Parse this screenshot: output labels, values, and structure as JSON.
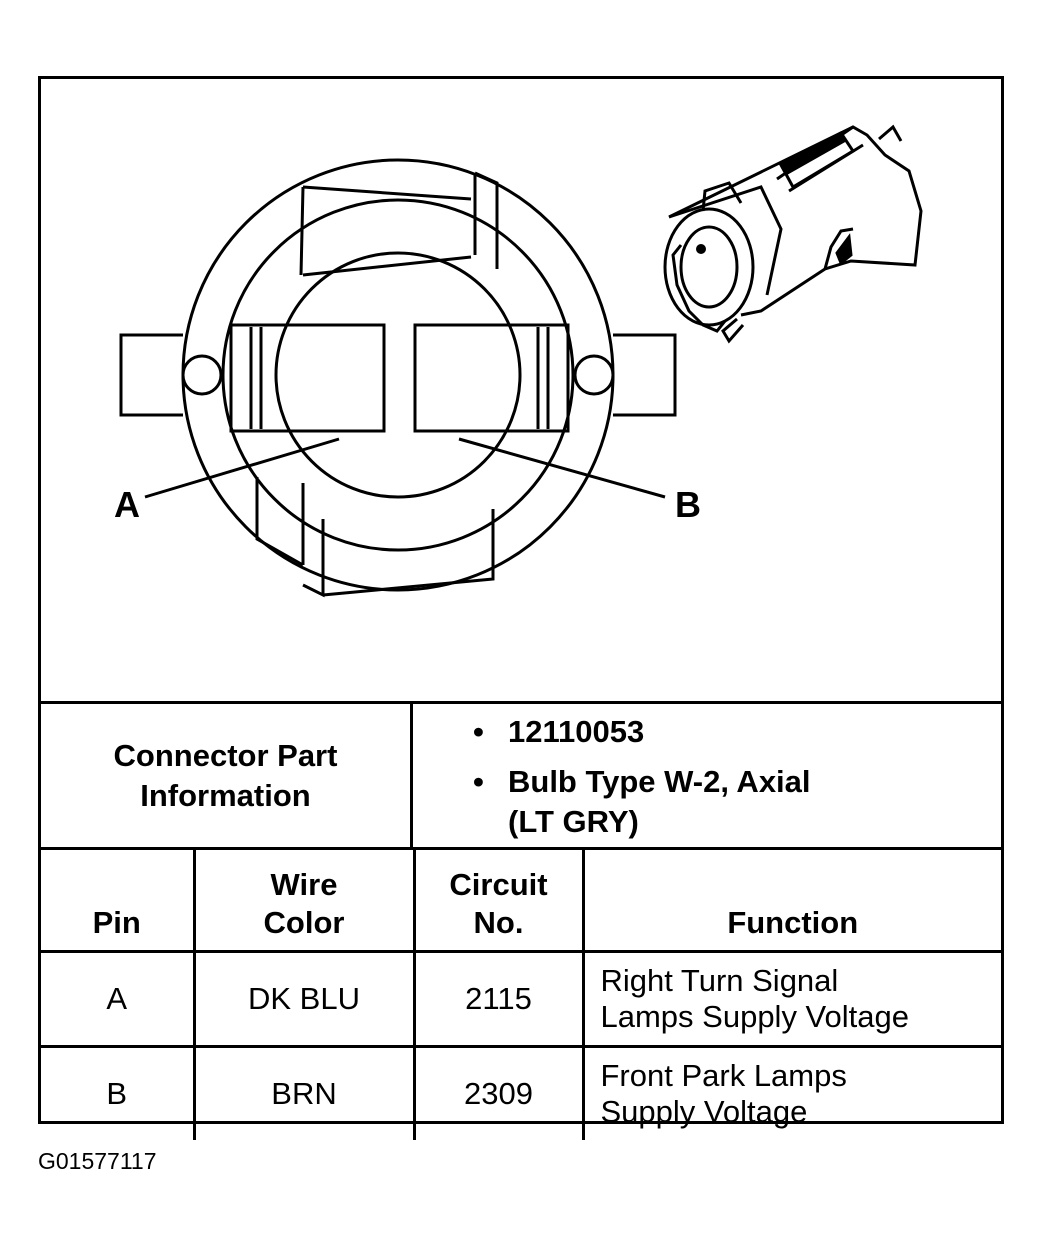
{
  "diagram": {
    "label_a": "A",
    "label_b": "B"
  },
  "connector_info": {
    "label": "Connector Part Information",
    "items": [
      "12110053",
      "Bulb Type W-2, Axial\n(LT GRY)"
    ]
  },
  "pin_table": {
    "headers": [
      "Pin",
      "Wire\nColor",
      "Circuit\nNo.",
      "Function"
    ],
    "rows": [
      [
        "A",
        "DK BLU",
        "2115",
        "Right Turn Signal\nLamps Supply Voltage"
      ],
      [
        "B",
        "BRN",
        "2309",
        "Front Park Lamps\nSupply Voltage"
      ]
    ]
  },
  "figure_id": "G01577117"
}
